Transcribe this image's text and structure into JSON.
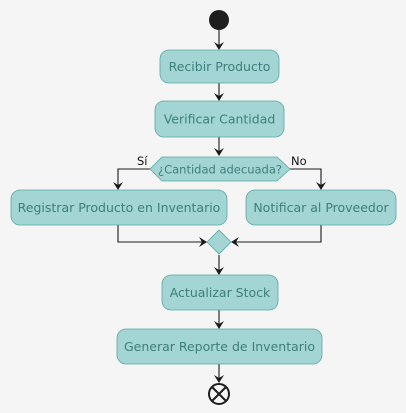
{
  "diagram": {
    "nodes": {
      "receive": "Recibir Producto",
      "verify": "Verificar Cantidad",
      "decision": "¿Cantidad adecuada?",
      "register": "Registrar Producto en Inventario",
      "notify": "Notificar al Proveedor",
      "update": "Actualizar Stock",
      "report": "Generar Reporte de Inventario"
    },
    "branches": {
      "yes": "Sí",
      "no": "No"
    }
  },
  "colors": {
    "background": "#f5f5f5",
    "node_fill": "#a2d5d3",
    "node_border": "#5aa6a2",
    "node_text": "#3d7f7b",
    "edge": "#1a1a1a"
  }
}
